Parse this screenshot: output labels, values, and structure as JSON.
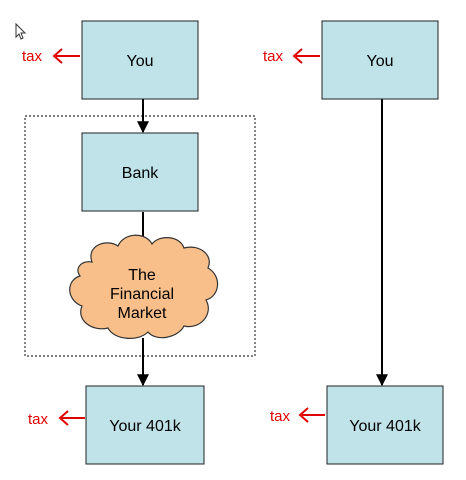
{
  "colors": {
    "box_fill": "#bfe3e8",
    "box_stroke": "#222222",
    "cloud_fill": "#f9bf8a",
    "tax": "#e00000",
    "arrow": "#000000"
  },
  "left_flow": {
    "top_box": "You",
    "middle_box": "Bank",
    "cloud_lines": [
      "The",
      "Financial",
      "Market"
    ],
    "bottom_box": "Your 401k",
    "tax_top": "tax",
    "tax_bottom": "tax"
  },
  "right_flow": {
    "top_box": "You",
    "bottom_box": "Your 401k",
    "tax_top": "tax",
    "tax_bottom": "tax"
  },
  "icons": {
    "cursor": "mouse-pointer-icon"
  }
}
